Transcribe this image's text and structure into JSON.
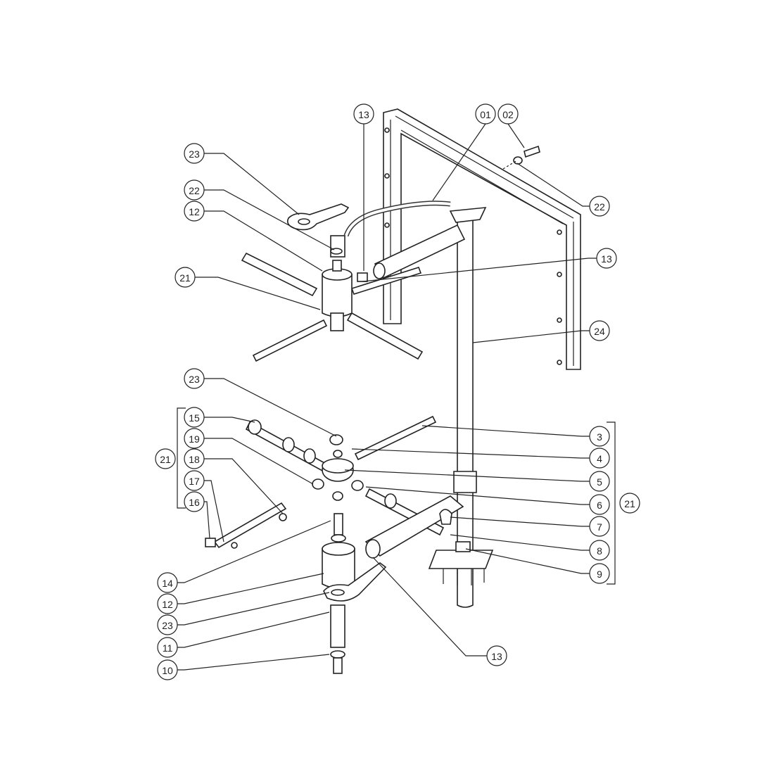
{
  "diagram": {
    "type": "exploded parts diagram",
    "callouts": [
      "13",
      "01",
      "02",
      "22",
      "23",
      "22",
      "12",
      "21",
      "13",
      "24",
      "23",
      "15",
      "19",
      "18",
      "17",
      "16",
      "21",
      "3",
      "4",
      "5",
      "6",
      "7",
      "8",
      "9",
      "21",
      "14",
      "12",
      "23",
      "11",
      "10",
      "13"
    ]
  }
}
